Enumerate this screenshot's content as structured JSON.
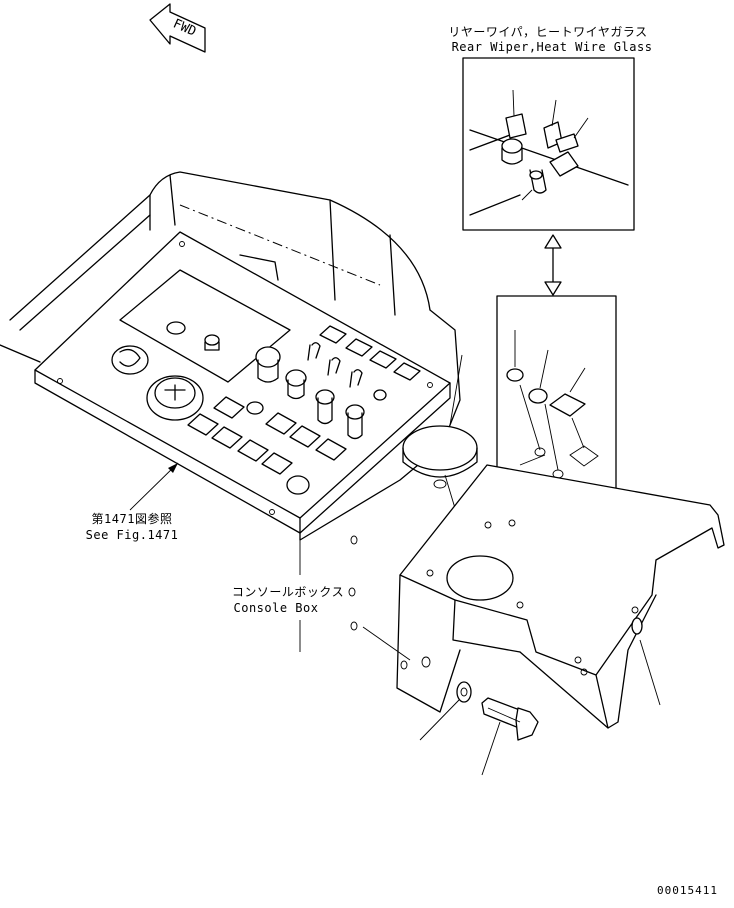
{
  "fwd_arrow": {
    "text": "FWD"
  },
  "callouts": {
    "rear_wiper": {
      "jp": "リヤーワイパ，ヒートワイヤガラス",
      "en": "Rear Wiper,Heat Wire Glass"
    },
    "see_fig": {
      "jp": "第1471図参照",
      "en": "See Fig.1471"
    },
    "console_box": {
      "jp": "コンソールボックス",
      "en": "Console Box"
    }
  },
  "drawing_number": "00015411"
}
